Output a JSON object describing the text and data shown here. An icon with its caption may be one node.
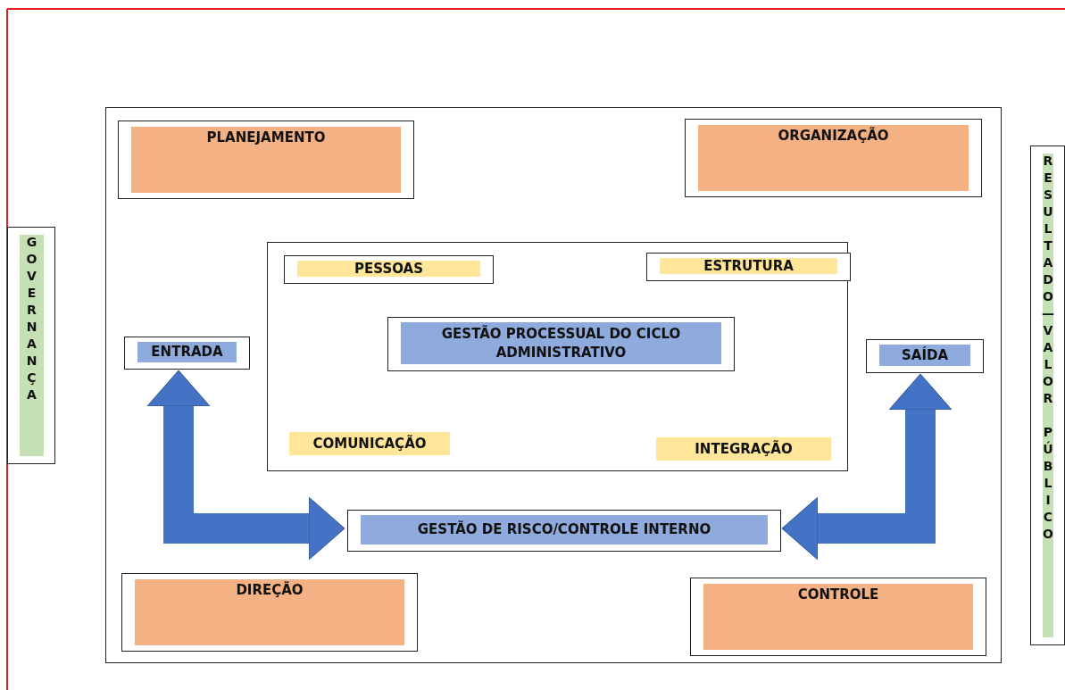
{
  "diagram": {
    "nodes": [
      {
        "text": [
          "GOVERNANÇA"
        ]
      },
      {
        "text": [],
        "shape": "box"
      },
      {
        "text": [
          "PLANEJAMENTO"
        ],
        "in": 1
      },
      {
        "text": [
          "ORGANIZAÇÃO"
        ],
        "in": 1
      },
      {
        "text": [],
        "shape": "box",
        "in": 1
      },
      {
        "text": [
          "PESSOAS"
        ],
        "in": 4
      },
      {
        "text": [
          "ESTRUTURA"
        ],
        "in": 4
      },
      {
        "text": [
          "GESTÃO PROCESSUAL DO CICLO ADMINISTRATIVO"
        ],
        "in": 4
      },
      {
        "text": [
          "COMUNICAÇÃO"
        ],
        "in": 4
      },
      {
        "text": [
          "INTEGRAÇÃO"
        ],
        "in": 4
      },
      {
        "text": [
          "ENTRADA"
        ],
        "in": 1
      },
      {
        "text": [
          "SAÍDA"
        ],
        "in": 1
      },
      {
        "text": [
          "GESTÃO DE RISCO/CONTROLE INTERNO"
        ],
        "in": 1
      },
      {
        "text": [
          "DIREÇÃO"
        ],
        "in": 1
      },
      {
        "text": [
          "CONTROLE"
        ],
        "in": 1
      },
      {
        "text": [
          "RESULTADO—VALOR PÚBLICO"
        ]
      }
    ],
    "edges": [
      {
        "from": 10,
        "to": 12,
        "arrow": "both"
      },
      {
        "from": 11,
        "to": 12,
        "arrow": "both"
      }
    ]
  }
}
